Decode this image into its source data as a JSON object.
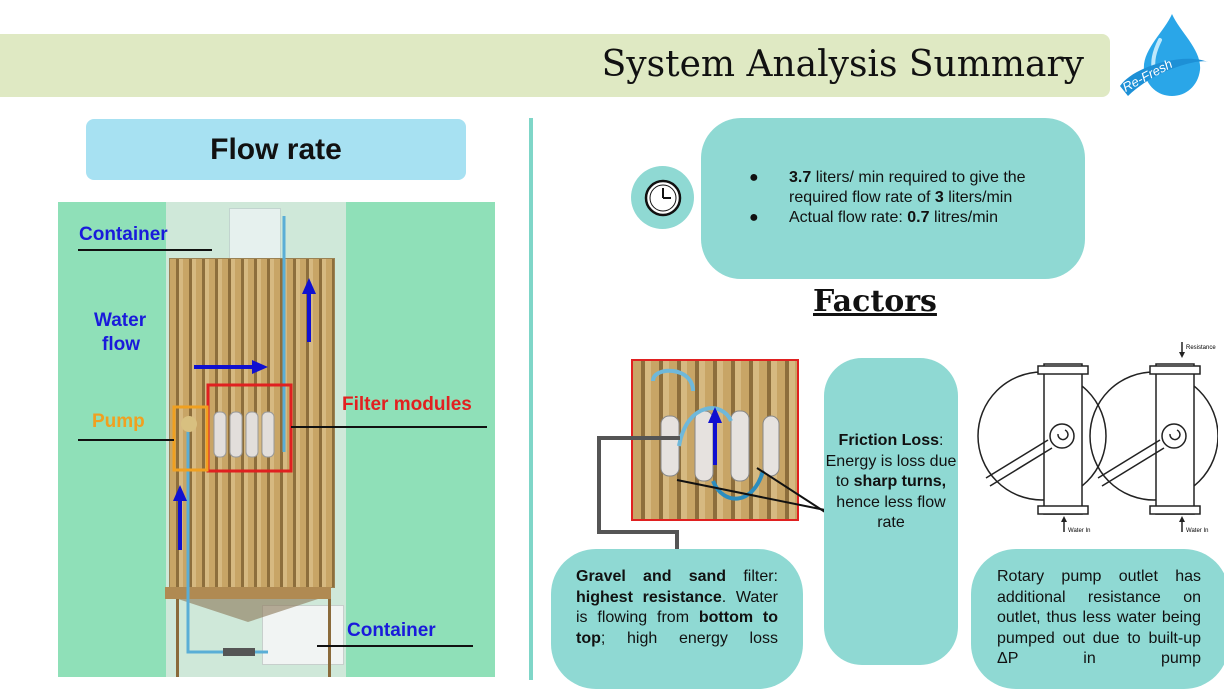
{
  "header": {
    "title": "System Analysis Summary",
    "logo_text": "Re-Fresh"
  },
  "left_panel": {
    "heading": "Flow rate",
    "labels": {
      "container_top": "Container",
      "water_flow_line1": "Water",
      "water_flow_line2": "flow",
      "pump": "Pump",
      "filter_modules": "Filter modules",
      "container_bottom": "Container"
    }
  },
  "spec_bubble": {
    "line1_value": "3.7",
    "line1_text_a": " liters/ min required to give the required flow rate of ",
    "line1_value2": "3",
    "line1_text_b": " liters/min",
    "line2_text": "Actual flow rate: ",
    "line2_value": "0.7",
    "line2_unit": " litres/min",
    "bullet": "●"
  },
  "factors": {
    "heading": "Factors",
    "friction": {
      "bold1": "Friction Loss",
      "text1": ": Energy is loss due to ",
      "bold2": "sharp turns,",
      "text2": " hence less flow rate"
    },
    "gravel": {
      "bold1": "Gravel and sand",
      "text1": " filter: ",
      "bold2": "highest resistance",
      "text2": ". Water is flowing from ",
      "bold3": "bottom to top",
      "text3": "; high energy loss"
    },
    "rotary": {
      "text": "Rotary pump outlet has additional resistance on outlet, thus less water being pumped out due to built-up ΔP in pump"
    },
    "pump_diagram": {
      "label_resistance": "Resistance",
      "label_water_in_left": "Water In",
      "label_water_in_right": "Water In"
    }
  },
  "colors": {
    "accent_teal": "#8fd9d3",
    "title_bar": "#dfe9c3",
    "arrow_blue": "#1010d0",
    "highlight_red": "#e02020",
    "highlight_orange": "#f0a020"
  }
}
